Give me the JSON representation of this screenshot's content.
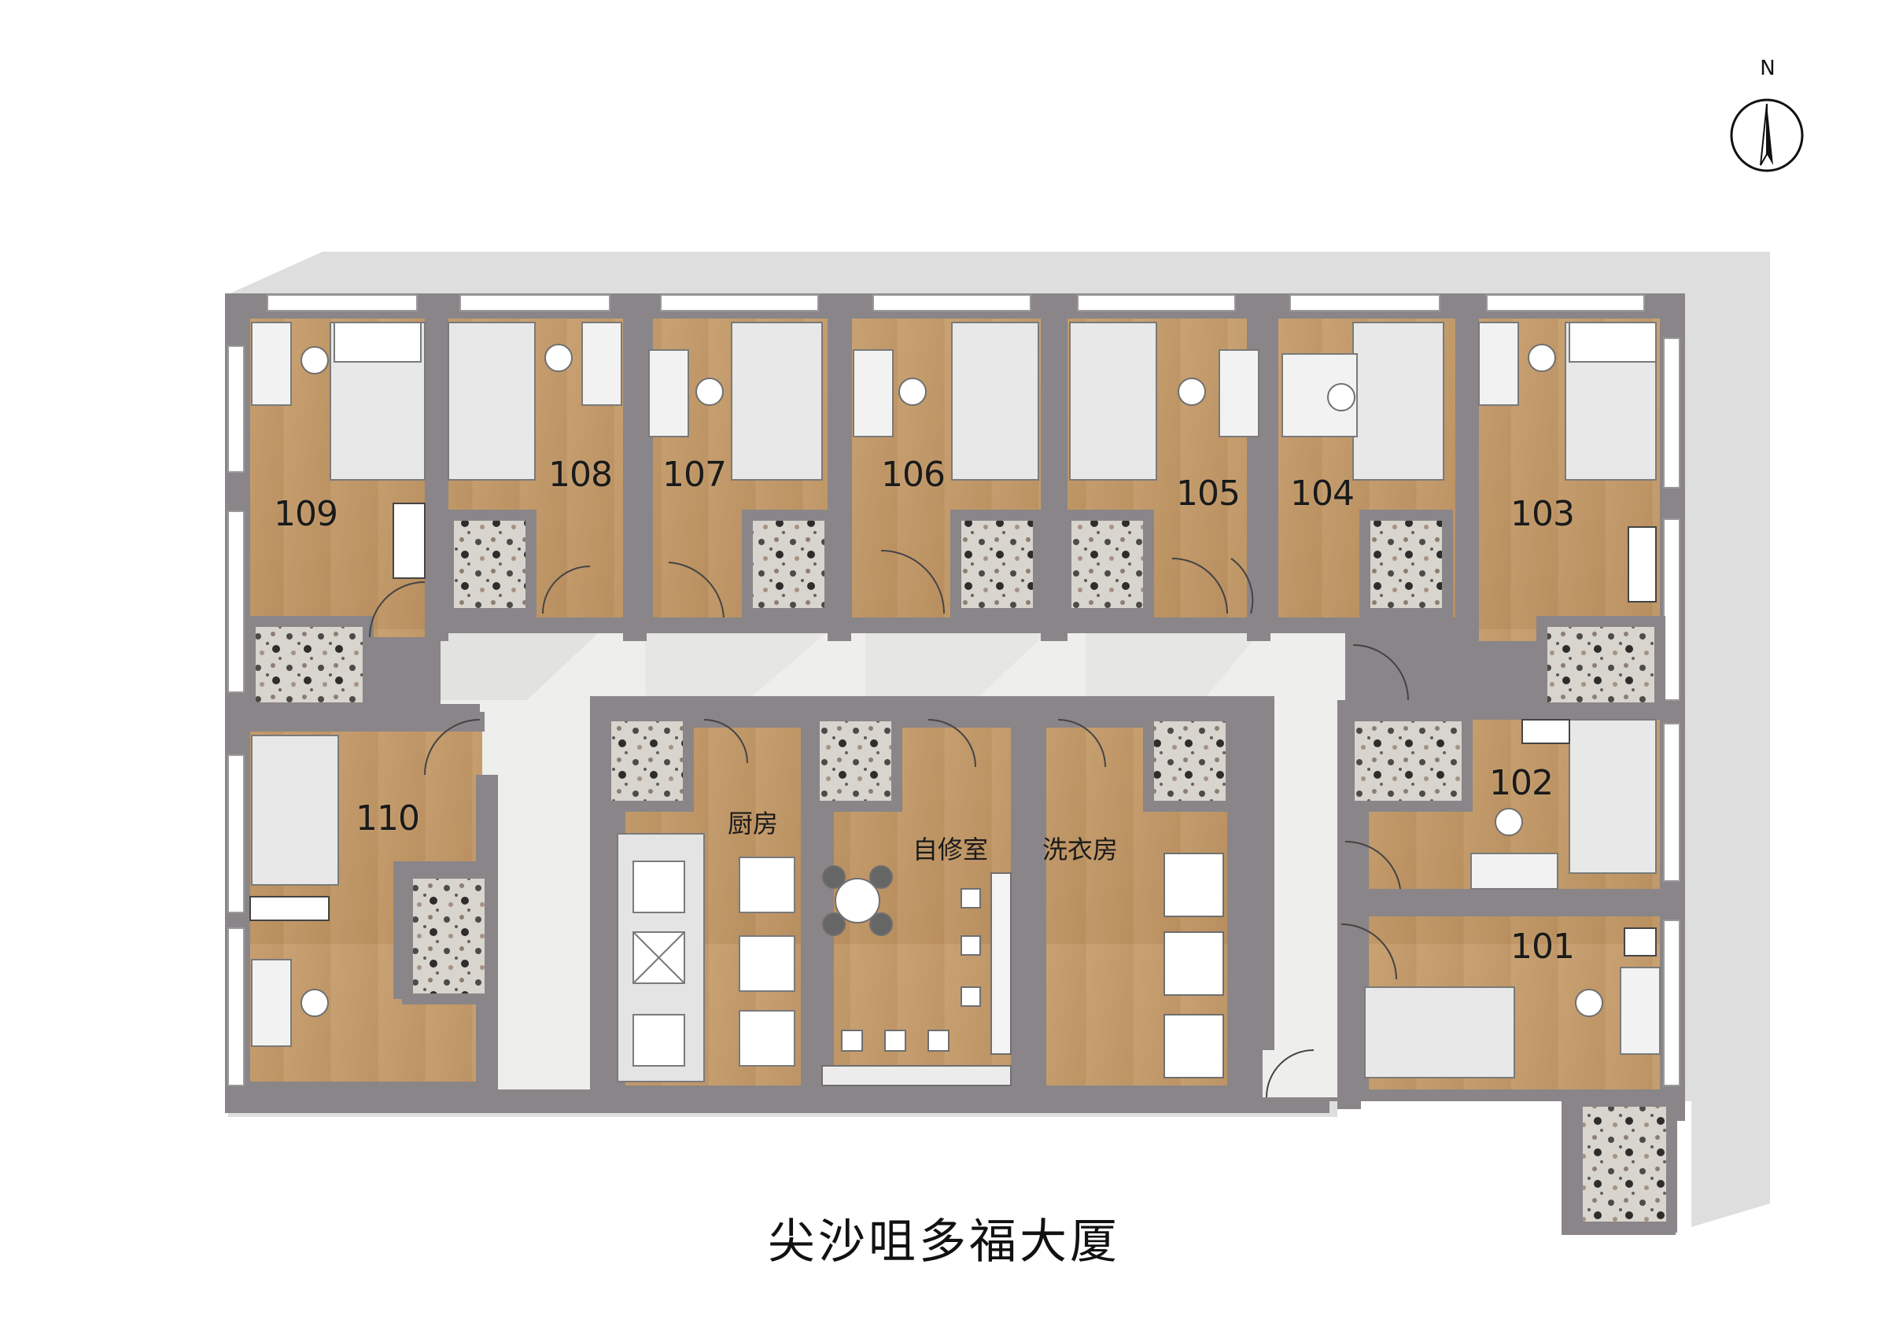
{
  "title": "尖沙咀多福大厦",
  "compass": {
    "north_label": "N",
    "icon": "north-arrow-icon"
  },
  "rooms": {
    "r109": "109",
    "r108": "108",
    "r107": "107",
    "r106": "106",
    "r105": "105",
    "r104": "104",
    "r103": "103",
    "r102": "102",
    "r101": "101",
    "r110": "110"
  },
  "facilities": {
    "kitchen": "厨房",
    "study": "自修室",
    "laundry": "洗衣房"
  },
  "colors": {
    "wall": "#8a8588",
    "wood": "#c39a69",
    "corridor": "#eeeeec",
    "shadow": "#dedede",
    "tile": "#cfcac4",
    "furniture": "#ffffff"
  }
}
